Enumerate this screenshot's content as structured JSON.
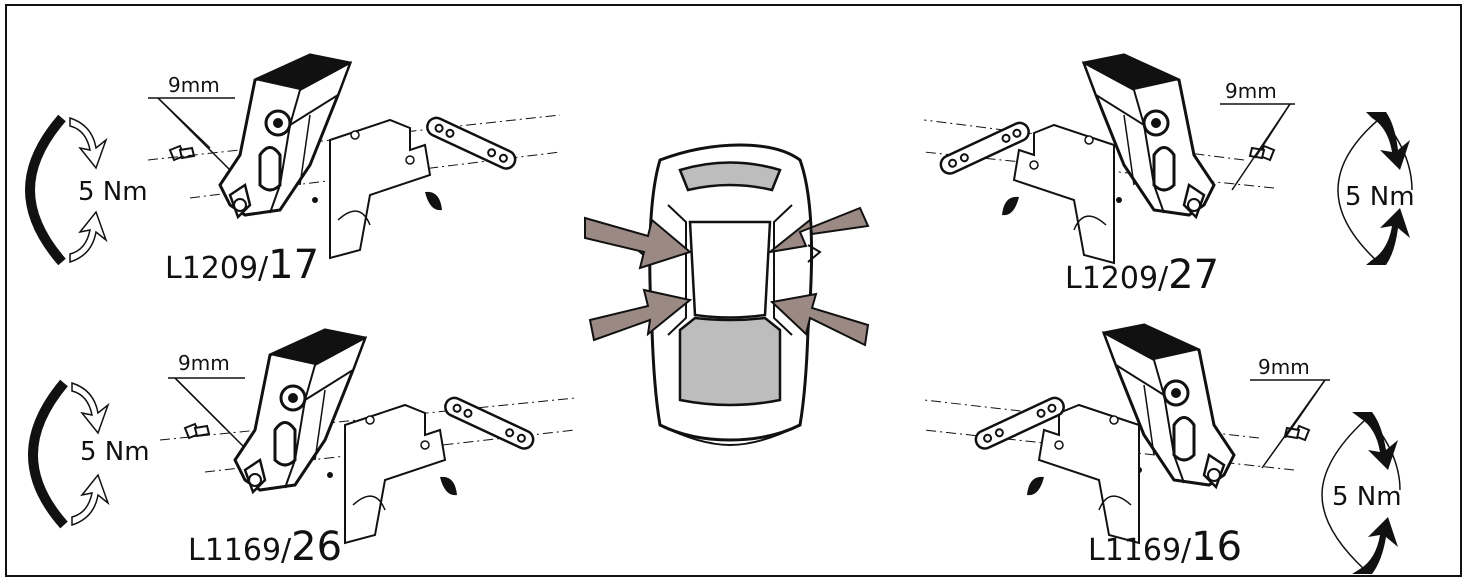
{
  "colors": {
    "ink": "#111111",
    "arrow": "#9b8a84",
    "glass": "#bdbdbd",
    "line": "#222222"
  },
  "panels": [
    {
      "id": "top-left",
      "wrench": "9mm",
      "torque": "5 Nm",
      "code_prefix": "L1209/",
      "code_suffix": "17",
      "rotation": "counter-clockwise"
    },
    {
      "id": "bottom-left",
      "wrench": "9mm",
      "torque": "5 Nm",
      "code_prefix": "L1169/",
      "code_suffix": "26",
      "rotation": "counter-clockwise"
    },
    {
      "id": "top-right",
      "wrench": "9mm",
      "torque": "5 Nm",
      "code_prefix": "L1209/",
      "code_suffix": "27",
      "rotation": "clockwise"
    },
    {
      "id": "bottom-right",
      "wrench": "9mm",
      "torque": "5 Nm",
      "code_prefix": "L1169/",
      "code_suffix": "16",
      "rotation": "clockwise"
    }
  ],
  "icons": {
    "car": "car-top-view-icon",
    "arrows": "mount-point-arrow-icon",
    "torque": "torque-rotation-icon",
    "foot": "roof-rack-foot-icon"
  }
}
